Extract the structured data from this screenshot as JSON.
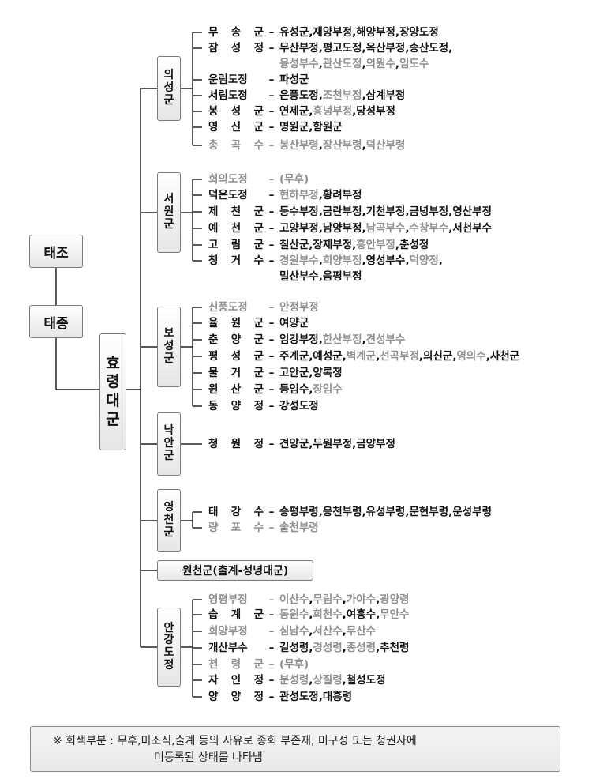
{
  "roots": [
    "태조",
    "태종"
  ],
  "prince": "효령대군",
  "lineages": [
    {
      "label": "의성군",
      "members": [
        {
          "name": "무 송 군",
          "gray": false,
          "children": [
            [
              "유성군",
              0
            ],
            [
              "재양부정",
              0
            ],
            [
              "해양부정",
              0
            ],
            [
              "장양도정",
              0
            ]
          ]
        },
        {
          "name": "잠 성 정",
          "gray": false,
          "children": [
            [
              "무산부정",
              0
            ],
            [
              "평고도정",
              0
            ],
            [
              "옥산부정",
              0
            ],
            [
              "송산도정",
              0
            ]
          ],
          "children2": [
            [
              "융성부수",
              1
            ],
            [
              "관산도정",
              1
            ],
            [
              "의원수",
              1
            ],
            [
              "임도수",
              1
            ]
          ]
        },
        {
          "name": "운림도정",
          "gray": false,
          "children": [
            [
              "파성군",
              0
            ]
          ]
        },
        {
          "name": "서림도정",
          "gray": false,
          "children": [
            [
              "은풍도정",
              0
            ],
            [
              "조천부정",
              1
            ],
            [
              "삼계부정",
              0
            ]
          ]
        },
        {
          "name": "봉 성 군",
          "gray": false,
          "children": [
            [
              "연제군",
              0
            ],
            [
              "흥녕부정",
              1
            ],
            [
              "당성부정",
              0
            ]
          ]
        },
        {
          "name": "영 신 군",
          "gray": false,
          "children": [
            [
              "명원군",
              0
            ],
            [
              "함원군",
              0
            ]
          ]
        },
        {
          "name": "총 곡 수",
          "gray": true,
          "children": [
            [
              "봉산부령",
              1
            ],
            [
              "장산부령",
              1
            ],
            [
              "덕산부령",
              1
            ]
          ]
        }
      ]
    },
    {
      "label": "서원군",
      "members": [
        {
          "name": "회의도정",
          "gray": true,
          "children": [
            [
              "(무후)",
              1
            ]
          ]
        },
        {
          "name": "덕은도정",
          "gray": false,
          "children": [
            [
              "현하부정",
              1
            ],
            [
              "황려부정",
              0
            ]
          ]
        },
        {
          "name": "제 천 군",
          "gray": false,
          "children": [
            [
              "등수부정",
              0
            ],
            [
              "금란부정",
              0
            ],
            [
              "기천부정",
              0
            ],
            [
              "금녕부정",
              0
            ],
            [
              "영산부정",
              0
            ]
          ]
        },
        {
          "name": "예 천 군",
          "gray": false,
          "children": [
            [
              "고양부정",
              0
            ],
            [
              "남양부정",
              0
            ],
            [
              "남곡부수",
              1
            ],
            [
              "수창부수",
              1
            ],
            [
              "서천부수",
              0
            ]
          ]
        },
        {
          "name": "고 림 군",
          "gray": false,
          "children": [
            [
              "칠산군",
              0
            ],
            [
              "장제부정",
              0
            ],
            [
              "흥안부정",
              1
            ],
            [
              "춘성정",
              0
            ]
          ]
        },
        {
          "name": "청 거 수",
          "gray": false,
          "children": [
            [
              "경원부수",
              1
            ],
            [
              "희양부정",
              1
            ],
            [
              "영성부수",
              0
            ],
            [
              "덕양정",
              1
            ]
          ],
          "children2": [
            [
              "밀산부수",
              0
            ],
            [
              "음평부정",
              0
            ]
          ]
        }
      ]
    },
    {
      "label": "보성군",
      "members": [
        {
          "name": "신풍도정",
          "gray": true,
          "children": [
            [
              "안정부정",
              1
            ]
          ]
        },
        {
          "name": "율 원 군",
          "gray": false,
          "children": [
            [
              "여양군",
              0
            ]
          ]
        },
        {
          "name": "춘 양 군",
          "gray": false,
          "children": [
            [
              "임강부정",
              0
            ],
            [
              "한산부정",
              1
            ],
            [
              "견성부수",
              1
            ]
          ]
        },
        {
          "name": "평 성 군",
          "gray": false,
          "children": [
            [
              "주계군",
              0
            ],
            [
              "예성군",
              0
            ],
            [
              "벽계군",
              1
            ],
            [
              "선곡부정",
              1
            ],
            [
              "의신군",
              0
            ],
            [
              "영의수",
              1
            ],
            [
              "사천군",
              0
            ]
          ]
        },
        {
          "name": "물 거 군",
          "gray": false,
          "children": [
            [
              "고안군",
              0
            ],
            [
              "양록정",
              0
            ]
          ]
        },
        {
          "name": "원 산 군",
          "gray": false,
          "children": [
            [
              "등임수",
              0
            ],
            [
              "장임수",
              1
            ]
          ]
        },
        {
          "name": "동 양 정",
          "gray": false,
          "children": [
            [
              "강성도정",
              0
            ]
          ]
        }
      ]
    },
    {
      "label": "낙안군",
      "members": [
        {
          "name": "청 원 정",
          "gray": false,
          "children": [
            [
              "견양군",
              0
            ],
            [
              "두원부정",
              0
            ],
            [
              "금양부정",
              0
            ]
          ]
        }
      ]
    },
    {
      "label": "영천군",
      "members": [
        {
          "name": "태 강 수",
          "gray": false,
          "children": [
            [
              "승평부령",
              0
            ],
            [
              "응천부령",
              0
            ],
            [
              "유성부령",
              0
            ],
            [
              "문현부령",
              0
            ],
            [
              "운성부령",
              0
            ]
          ]
        },
        {
          "name": "량 포 수",
          "gray": true,
          "children": [
            [
              "술천부령",
              1
            ]
          ]
        }
      ]
    },
    {
      "label": "원천군(출계-성녕대군)",
      "members": []
    },
    {
      "label": "안강도정",
      "members": [
        {
          "name": "영평부정",
          "gray": true,
          "children": [
            [
              "이산수",
              1
            ],
            [
              "무림수",
              1
            ],
            [
              "가야수",
              1
            ],
            [
              "광양령",
              1
            ]
          ]
        },
        {
          "name": "습 계 군",
          "gray": false,
          "children": [
            [
              "동원수",
              1
            ],
            [
              "희천수",
              1
            ],
            [
              "여흥수",
              0
            ],
            [
              "무안수",
              1
            ]
          ]
        },
        {
          "name": "회양부정",
          "gray": true,
          "children": [
            [
              "심남수",
              1
            ],
            [
              "서산수",
              1
            ],
            [
              "무산수",
              1
            ]
          ]
        },
        {
          "name": "개산부수",
          "gray": false,
          "children": [
            [
              "길성령",
              0
            ],
            [
              "경성령",
              1
            ],
            [
              "종성령",
              1
            ],
            [
              "추천령",
              0
            ]
          ]
        },
        {
          "name": "천 령 군",
          "gray": true,
          "children": [
            [
              "(무후)",
              1
            ]
          ]
        },
        {
          "name": "자 인 정",
          "gray": false,
          "children": [
            [
              "분성령",
              1
            ],
            [
              "상질령",
              1
            ],
            [
              "철성도정",
              0
            ]
          ]
        },
        {
          "name": "양 양 정",
          "gray": false,
          "children": [
            [
              "관성도정",
              0
            ],
            [
              "대흥령",
              0
            ]
          ]
        }
      ]
    }
  ],
  "note": {
    "line1": "※ 회색부분 : 무후,미조직,출계 등의 사유로 종회 부존재, 미구성 또는 청권사에",
    "line2": "미등록된 상태를 나타냄"
  },
  "colors": {
    "gray": "#8f8f8f",
    "black": "#111111",
    "line": "#222222"
  }
}
